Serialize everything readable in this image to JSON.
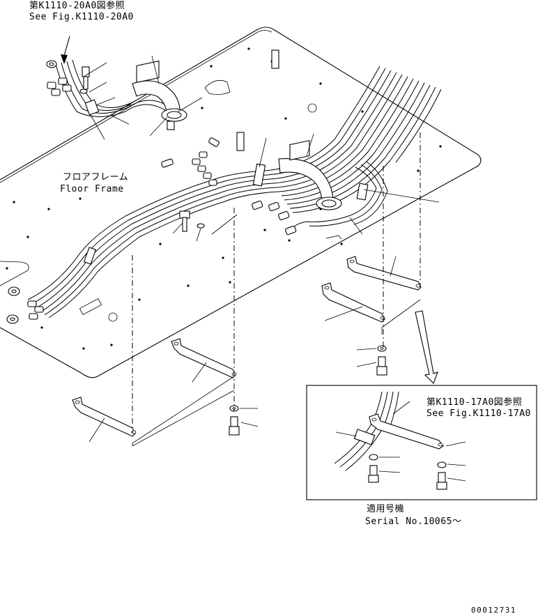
{
  "references": {
    "top_ref_jp": "第K1110-20A0図参照",
    "top_ref_en": "See Fig.K1110-20A0",
    "inset_ref_jp": "第K1110-17A0図参照",
    "inset_ref_en": "See Fig.K1110-17A0"
  },
  "floor_frame": {
    "label_jp": "フロアフレーム",
    "label_en": "Floor Frame"
  },
  "applicability": {
    "label_jp": "適用号機",
    "serial": "Serial No.10065～"
  },
  "figure_number": "00012731"
}
